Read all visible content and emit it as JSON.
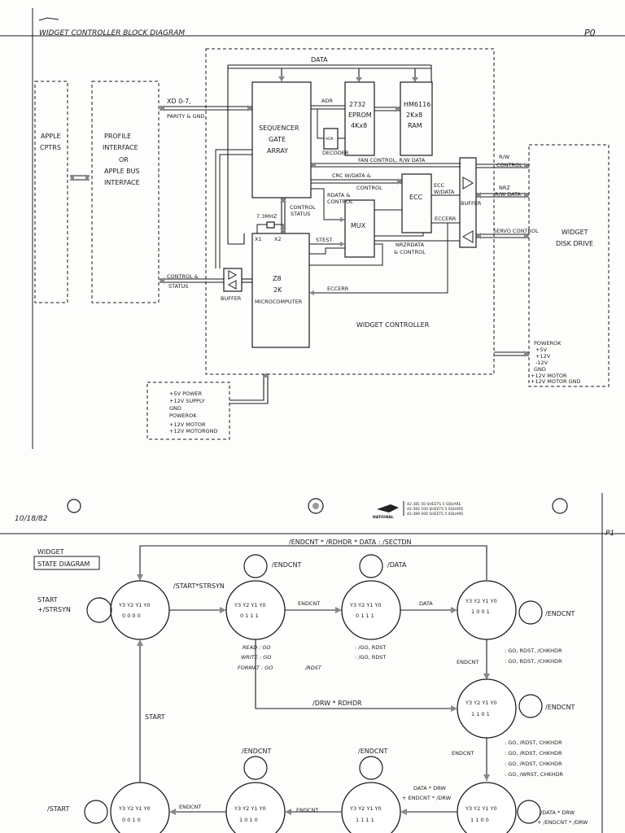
{
  "top_page": {
    "title": "WIDGET CONTROLLER  BLOCK DIAGRAM",
    "page_number": "P0",
    "blocks": {
      "apple": [
        "APPLE",
        "CPTRS"
      ],
      "profile": [
        "PROFILE",
        "INTERFACE",
        "OR",
        "APPLE BUS",
        "INTERFACE"
      ],
      "sequencer": [
        "SEQUENCER",
        "GATE",
        "ARRAY"
      ],
      "eprom": [
        "2732",
        "EPROM",
        "4Kx8"
      ],
      "ram": [
        "HM6116",
        "2Kx8",
        "RAM"
      ],
      "adr_decoder": [
        "ADR",
        "DECODER"
      ],
      "ecc": "ECC",
      "mux": "MUX",
      "micro": [
        "Z8",
        "2K",
        "MICROCOMPUTER"
      ],
      "widget_drive": [
        "WIDGET",
        "DISK DRIVE"
      ],
      "power_supply": [
        "+5V  POWER",
        "+12V  SUPPLY",
        "GND",
        "POWEROK",
        "+12V MOTOR",
        "+12V MOTORGND"
      ]
    },
    "labels": {
      "data": "DATA",
      "xd": "XD 0-7,",
      "parity": "PARITY & GND",
      "adr": "ADR",
      "rw_control": "R/W",
      "rw_control2": "CONTROL",
      "fan": "FAN CONTROL, R/W DATA",
      "crc": "CRC W/DATA &",
      "crc2": "CONTROL",
      "rdata": "RDATA &",
      "rdata2": "CONTROL",
      "ecc_wdata": "ECC",
      "ecc_wdata2": "W/DATA",
      "nrz": "NRZ",
      "nrz2": "R/W DATA",
      "eccerr": "ECCERR",
      "servo": "SERVO CONTROL",
      "clock": "7.3MHZ",
      "x1": "X1",
      "x2": "X2",
      "control_status": "CONTROL",
      "control_status2": "STATUS",
      "stest": "STEST",
      "nrzrdata": "NRZRDATA",
      "nrzrdata2": "& CONTROL",
      "control_status_left": "CONTROL &",
      "control_status_left2": "STATUS",
      "buffer_left": "BUFFER",
      "buffer_right": "BUFFER",
      "eccerr2": "ECCERR",
      "widget_controller": "WIDGET CONTROLLER",
      "powerok": [
        "POWEROK",
        "+5V",
        "+12V",
        "-12V",
        "GND",
        "+12V MOTOR",
        "+12V MOTOR GND"
      ]
    }
  },
  "bottom_page": {
    "date": "10/18/82",
    "page_number": "P1",
    "paper_brand": "NATIONAL",
    "paper_info": [
      "42-381  50 SHEETS  5 SQUARE",
      "42-382 100 SHEETS  5 SQUARE",
      "42-389 200 SHEETS  5 SQUARE"
    ],
    "title1": "WIDGET",
    "title2": "STATE DIAGRAM",
    "states": {
      "s0": [
        "Y3 Y2 Y1 Y0",
        "0 0 0 0"
      ],
      "s1": [
        "Y3 Y2 Y1 Y0",
        "0 1 1 1"
      ],
      "s2": [
        "Y3 Y2 Y1 Y0",
        "0 1 1 1"
      ],
      "s3": [
        "Y3 Y2 Y1 Y0",
        "1 0 0 1"
      ],
      "s4": [
        "Y3 Y2 Y1 Y0",
        "1 1 0 1"
      ],
      "s5": [
        "Y3 Y2 Y1 Y0",
        "1 1 0 0"
      ],
      "s6": [
        "Y3 Y2 Y1 Y0",
        "1 1 1 1"
      ],
      "s7": [
        "Y3 Y2 Y1 Y0",
        "1 0 1 0"
      ],
      "s8": [
        "Y3 Y2 Y1 Y0",
        "0 0 1 0"
      ]
    },
    "transitions": {
      "top_loop": "/ENDCNT * /RDHDR * DATA : /SECTDN",
      "start": [
        "START",
        "+/STRSYN"
      ],
      "start_strsyn": "/START*STRSYN",
      "endcnt1": "ENDCNT",
      "data": "DATA",
      "endcnt_loop1": "/ENDCNT",
      "data_loop": "/DATA",
      "endcnt_loop3": "/ENDCNT",
      "endcnt_down": "ENDCNT",
      "out_s1": [
        "READ : GO",
        "WRITE : GO",
        "FORMAT : GO"
      ],
      "out_s1_faint": "/RDST",
      "out_s2": [
        ": /GO, RDST",
        ": /GO, RDST"
      ],
      "out_s3": [
        ": GO, RDST, /CHKHDR",
        ": GO, RDST, /CHKHDR"
      ],
      "drw_rdhdr": "/DRW * RDHDR",
      "endcnt_loop4": "/ENDCNT",
      "out_s4": [
        ": GO, /RDST, CHKHDR",
        ": GO, /RDST, CHKHDR",
        ": GO, /RDST, CHKHDR",
        ": GO, /WRST, CHKHDR"
      ],
      "start_up": "START",
      "endcnt_loop6": "/ENDCNT",
      "endcnt_loop7": "/ENDCNT",
      "endcnt_s4_left": "ENDCNT",
      "data_drw": [
        "DATA * DRW",
        "+ ENDCNT * /DRW"
      ],
      "start_loop": "/START",
      "endcnt_b1": "ENDCNT",
      "endcnt_b2": "ENDCNT",
      "s5_loop": [
        "/DATA * DRW",
        "+ /ENDCNT * /DRW"
      ]
    }
  }
}
